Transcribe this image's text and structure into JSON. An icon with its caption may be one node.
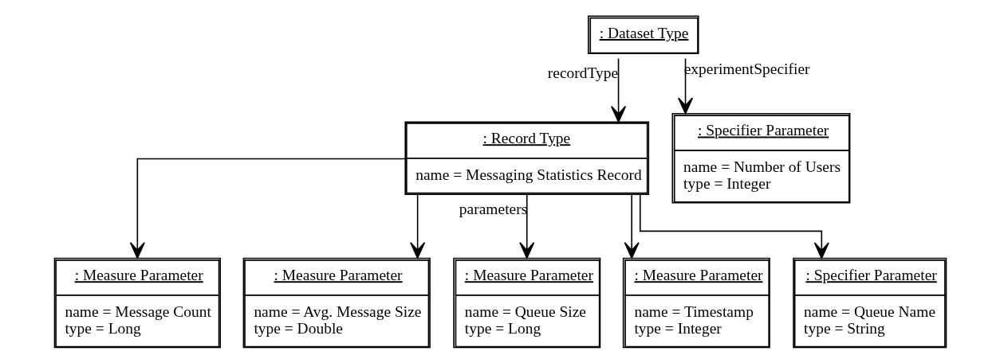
{
  "diagram": {
    "nodes": [
      {
        "text": [
          ": Dataset Type"
        ]
      },
      {
        "text": [
          ": Record Type",
          "name = Messaging Statistics Record"
        ]
      },
      {
        "text": [
          ": Specifier Parameter",
          "name = Number of Users",
          "type = Integer"
        ]
      },
      {
        "text": [
          ": Measure Parameter",
          "name = Message Count",
          "type = Long"
        ]
      },
      {
        "text": [
          ": Measure Parameter",
          "name = Avg. Message Size",
          "type = Double"
        ]
      },
      {
        "text": [
          ": Measure Parameter",
          "name = Queue Size",
          "type = Long"
        ]
      },
      {
        "text": [
          ": Measure Parameter",
          "name = Timestamp",
          "type = Integer"
        ]
      },
      {
        "text": [
          ": Specifier Parameter",
          "name = Queue Name",
          "type = String"
        ]
      }
    ],
    "edges": [
      {
        "from": 0,
        "to": 1,
        "arrow": "to",
        "label": "recordType"
      },
      {
        "from": 0,
        "to": 2,
        "arrow": "to",
        "label": "experimentSpecifier"
      },
      {
        "from": 1,
        "to": 3,
        "arrow": "to"
      },
      {
        "from": 1,
        "to": 4,
        "arrow": "to"
      },
      {
        "from": 1,
        "to": 5,
        "arrow": "to",
        "label": "parameters"
      },
      {
        "from": 1,
        "to": 6,
        "arrow": "to"
      },
      {
        "from": 1,
        "to": 7,
        "arrow": "to"
      }
    ]
  }
}
